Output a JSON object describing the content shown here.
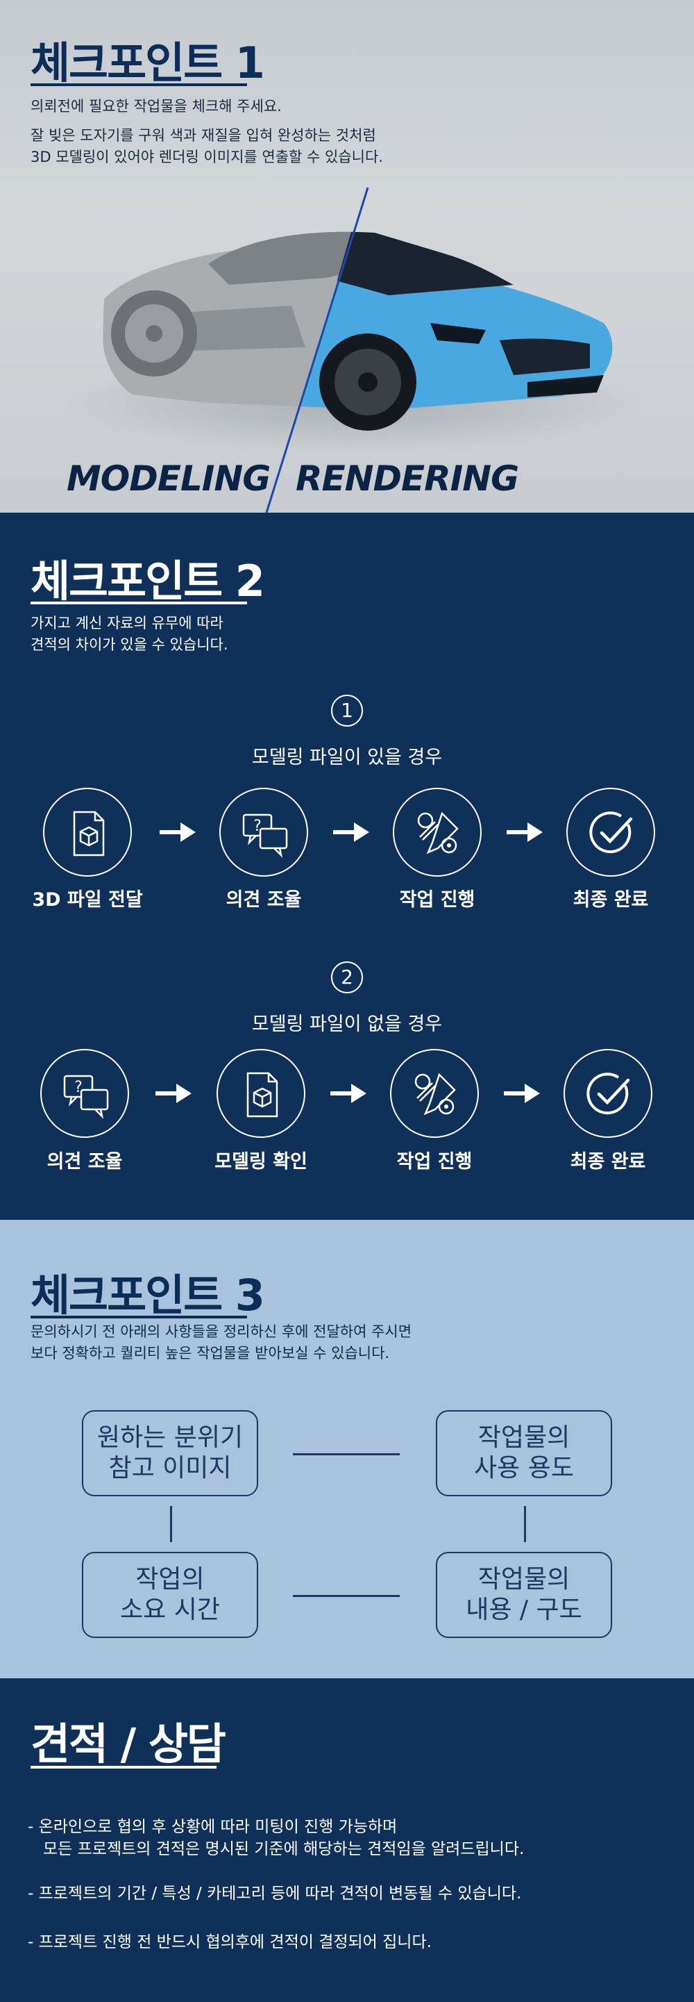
{
  "checkpoint1": {
    "title": "체크포인트 1",
    "line1": "의뢰전에 필요한 작업물을 체크해 주세요.",
    "line2": "잘 빚은 도자기를 구워 색과 재질을 입혀 완성하는 것처럼",
    "line3": "3D 모델링이 있어야 렌더링 이미지를 연출할 수 있습니다.",
    "modeling_label": "MODELING",
    "rendering_label": "RENDERING",
    "colors": {
      "model_gray": "#a9adb0",
      "render_blue": "#4aa8e0"
    }
  },
  "checkpoint2": {
    "title": "체크포인트 2",
    "line1": "가지고 계신 자료의 유무에 따라",
    "line2": "견적의 차이가 있을 수 있습니다.",
    "case1": {
      "number": "1",
      "title": "모델링 파일이 있을 경우",
      "steps": [
        {
          "label": "3D 파일 전달",
          "icon": "file-cube-icon"
        },
        {
          "label": "의견 조율",
          "icon": "chat-question-icon"
        },
        {
          "label": "작업 진행",
          "icon": "work-tools-icon"
        },
        {
          "label": "최종 완료",
          "icon": "check-circle-icon"
        }
      ]
    },
    "case2": {
      "number": "2",
      "title": "모델링 파일이 없을 경우",
      "steps": [
        {
          "label": "의견 조율",
          "icon": "chat-question-icon"
        },
        {
          "label": "모델링 확인",
          "icon": "file-cube-icon"
        },
        {
          "label": "작업 진행",
          "icon": "work-tools-icon"
        },
        {
          "label": "최종 완료",
          "icon": "check-circle-icon"
        }
      ]
    }
  },
  "checkpoint3": {
    "title": "체크포인트 3",
    "line1": "문의하시기 전 아래의 사항들을 정리하신 후에 전달하여 주시면",
    "line2": "보다 정확하고 퀄리티 높은 작업물을 받아보실 수 있습니다.",
    "boxes": {
      "top_left": {
        "l1": "원하는 분위기",
        "l2": "참고 이미지"
      },
      "top_right": {
        "l1": "작업물의",
        "l2": "사용 용도"
      },
      "bottom_left": {
        "l1": "작업의",
        "l2": "소요 시간"
      },
      "bottom_right": {
        "l1": "작업물의",
        "l2": "내용 / 구도"
      }
    }
  },
  "estimate": {
    "title": "견적 / 상담",
    "note1a": "- 온라인으로 협의 후 상황에 따라 미팅이 진행 가능하며",
    "note1b": "모든 프로젝트의 견적은 명시된 기준에 해당하는 견적임을 알려드립니다.",
    "note2": "- 프로젝트의 기간 / 특성 / 카테고리 등에 따라 견적이 변동될 수 있습니다.",
    "note3": "- 프로젝트 진행 전 반드시 협의후에 견적이 결정되어 집니다."
  }
}
